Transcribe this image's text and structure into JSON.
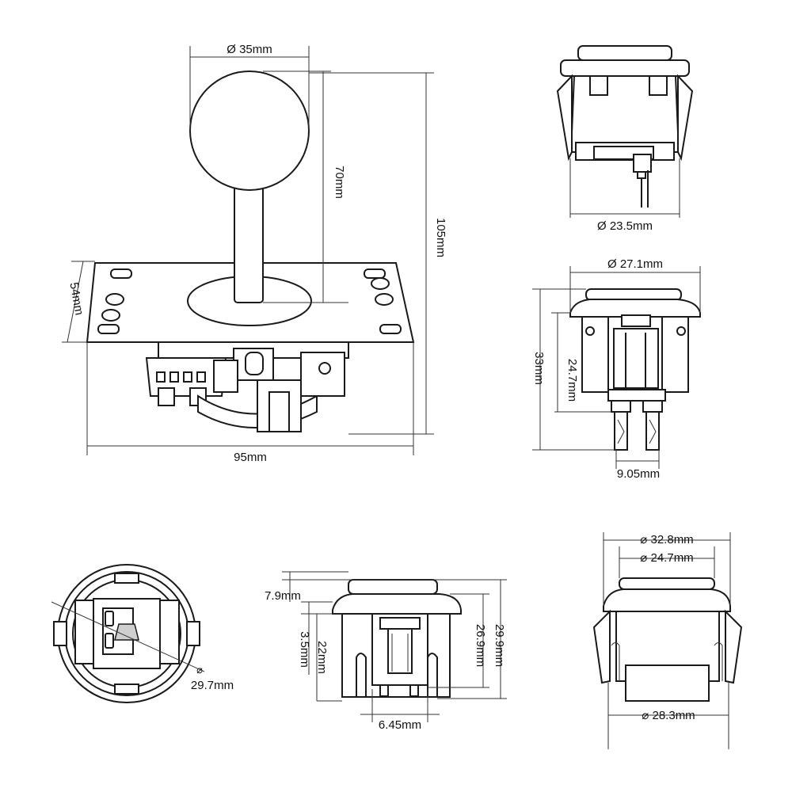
{
  "colors": {
    "ink": "#1a1a1a",
    "paper": "#ffffff",
    "shade": "#cfcfcf"
  },
  "joystick": {
    "ball_diameter": "Ø 35mm",
    "shaft_height": "70mm",
    "total_height": "105mm",
    "plate_depth": "54mm",
    "plate_width": "95mm"
  },
  "button_side_top": {
    "diameter": "Ø 23.5mm"
  },
  "button_front_top": {
    "diameter": "Ø 27.1mm",
    "height": "33mm",
    "body_height": "24.7mm",
    "terminal_spacing": "9.05mm"
  },
  "button_bottom_view": {
    "diameter": "29.7mm",
    "dia_symbol": "⌀"
  },
  "button_section": {
    "cap_height": "7.9mm",
    "offset": "3.5mm",
    "body": "22mm",
    "height_a": "26.9mm",
    "height_b": "29.9mm",
    "pin_spacing": "6.45mm"
  },
  "button_side_bottom": {
    "outer_diameter": "⌀ 32.8mm",
    "cap_diameter": "⌀ 24.7mm",
    "base_diameter": "⌀ 28.3mm"
  }
}
